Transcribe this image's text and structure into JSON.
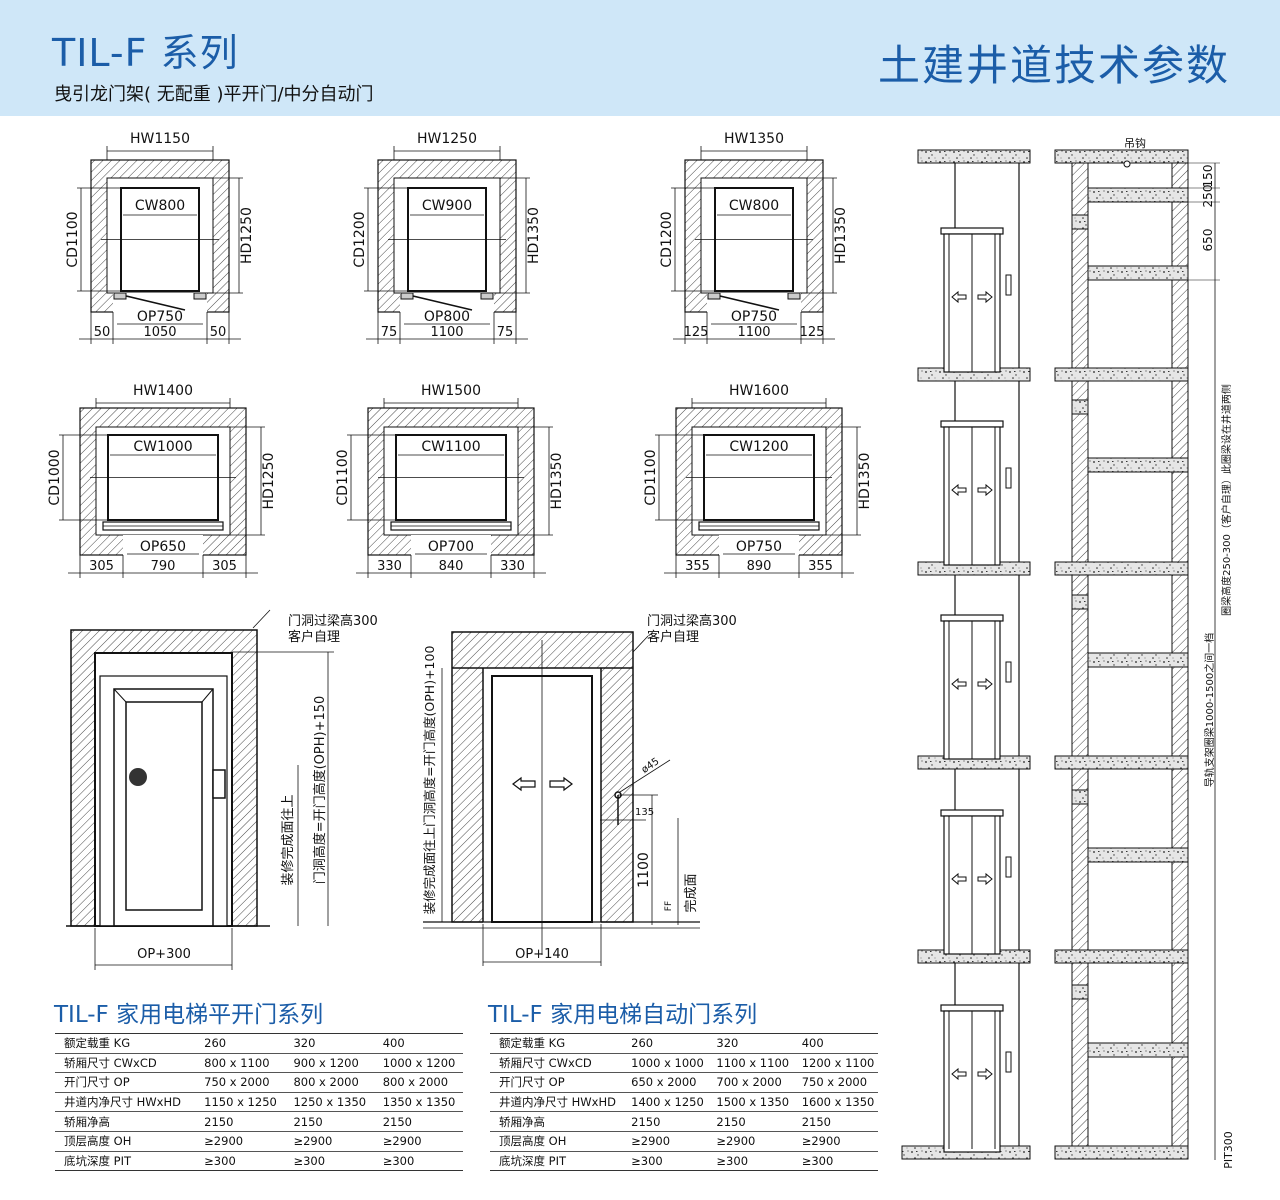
{
  "header": {
    "title": "TIL-F 系列",
    "subtitle": "曳引龙门架( 无配重 )平开门/中分自动门",
    "right_title": "土建井道技术参数"
  },
  "plans": [
    {
      "hw": "HW1150",
      "cw": "CW800",
      "cd": "CD1100",
      "hd": "HD1250",
      "op": "OP750",
      "left": "50",
      "mid": "1050",
      "right": "50"
    },
    {
      "hw": "HW1250",
      "cw": "CW900",
      "cd": "CD1200",
      "hd": "HD1350",
      "op": "OP800",
      "left": "75",
      "mid": "1100",
      "right": "75"
    },
    {
      "hw": "HW1350",
      "cw": "CW800",
      "cd": "CD1200",
      "hd": "HD1350",
      "op": "OP750",
      "left": "125",
      "mid": "1100",
      "right": "125"
    },
    {
      "hw": "HW1400",
      "cw": "CW1000",
      "cd": "CD1000",
      "hd": "HD1250",
      "op": "OP650",
      "left": "305",
      "mid": "790",
      "right": "305"
    },
    {
      "hw": "HW1500",
      "cw": "CW1100",
      "cd": "CD1100",
      "hd": "HD1350",
      "op": "OP700",
      "left": "330",
      "mid": "840",
      "right": "330"
    },
    {
      "hw": "HW1600",
      "cw": "CW1200",
      "cd": "CD1100",
      "hd": "HD1350",
      "op": "OP750",
      "left": "355",
      "mid": "890",
      "right": "355"
    }
  ],
  "swing_elevation": {
    "lintel_1": "门洞过梁高300",
    "lintel_2": "客户自理",
    "dim_finish": "装修完成面往上",
    "dim_height": "门洞高度=开门高度(OPH)+150",
    "width": "OP+300"
  },
  "auto_elevation": {
    "lintel_1": "门洞过梁高300",
    "lintel_2": "客户自理",
    "dim_height": "装修完成面往上门洞高度=开门高度(OPH)+100",
    "button_dia": "ø45",
    "button_offset": "135",
    "button_height": "1100",
    "ff": "FF",
    "finish": "完成面",
    "width": "OP+140"
  },
  "shaft": {
    "hook": "吊钩",
    "dim_150": "150",
    "dim_250": "250",
    "dim_650": "650",
    "ring_beam_note": "圈梁高度250-300（客户自理）此圈梁设在井道两侧",
    "rail_note": "导轨支架圈梁1000-1500之间一档",
    "pit": "PIT300"
  },
  "tables": [
    {
      "title": "TIL-F 家用电梯平开门系列",
      "rows": [
        [
          "额定载重 KG",
          "260",
          "320",
          "400"
        ],
        [
          "轿厢尺寸 CWxCD",
          "800 x 1100",
          "900 x 1200",
          "1000 x 1200"
        ],
        [
          "开门尺寸 OP",
          "750 x 2000",
          "800 x 2000",
          "800 x 2000"
        ],
        [
          "井道内净尺寸 HWxHD",
          "1150 x 1250",
          "1250 x 1350",
          "1350 x 1350"
        ],
        [
          "轿厢净高",
          "2150",
          "2150",
          "2150"
        ],
        [
          "顶层高度 OH",
          "≥2900",
          "≥2900",
          "≥2900"
        ],
        [
          "底坑深度 PIT",
          "≥300",
          "≥300",
          "≥300"
        ]
      ]
    },
    {
      "title": "TIL-F 家用电梯自动门系列",
      "rows": [
        [
          "额定载重 KG",
          "260",
          "320",
          "400"
        ],
        [
          "轿厢尺寸 CWxCD",
          "1000 x 1000",
          "1100 x 1100",
          "1200 x 1100"
        ],
        [
          "开门尺寸 OP",
          "650 x 2000",
          "700 x 2000",
          "750 x 2000"
        ],
        [
          "井道内净尺寸 HWxHD",
          "1400 x 1250",
          "1500 x 1350",
          "1600 x 1350"
        ],
        [
          "轿厢净高",
          "2150",
          "2150",
          "2150"
        ],
        [
          "顶层高度 OH",
          "≥2900",
          "≥2900",
          "≥2900"
        ],
        [
          "底坑深度 PIT",
          "≥300",
          "≥300",
          "≥300"
        ]
      ]
    }
  ],
  "colors": {
    "header_bg": "#cfe7f8",
    "accent": "#1b5da8"
  }
}
